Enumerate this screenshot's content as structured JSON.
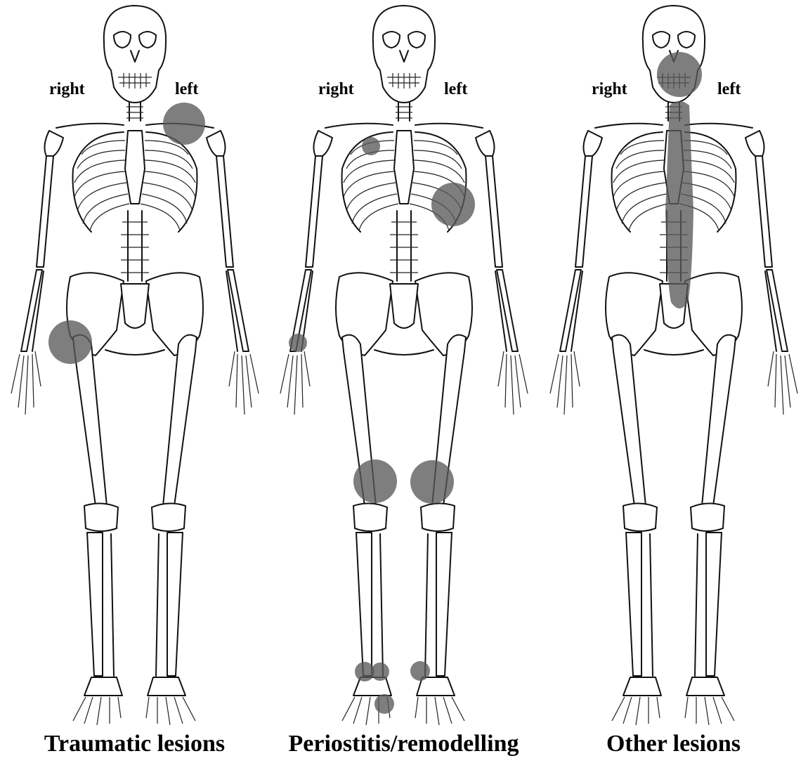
{
  "side_labels": {
    "right": "right",
    "left": "left"
  },
  "lesion_color": "#5a5a5a",
  "panels": [
    {
      "id": "traumatic",
      "caption": "Traumatic lesions",
      "lesion_sites": [
        "left clavicle / shoulder",
        "right proximal femur / hip"
      ]
    },
    {
      "id": "periostitis",
      "caption": "Periostitis/remodelling",
      "lesion_sites": [
        "right upper rib",
        "left lower ribs",
        "right wrist",
        "right knee",
        "left knee",
        "right distal tibia",
        "right distal fibula",
        "left distal tibia",
        "right foot"
      ]
    },
    {
      "id": "other",
      "caption": "Other lesions",
      "lesion_sites": [
        "skull / mandible",
        "vertebral column"
      ]
    }
  ]
}
